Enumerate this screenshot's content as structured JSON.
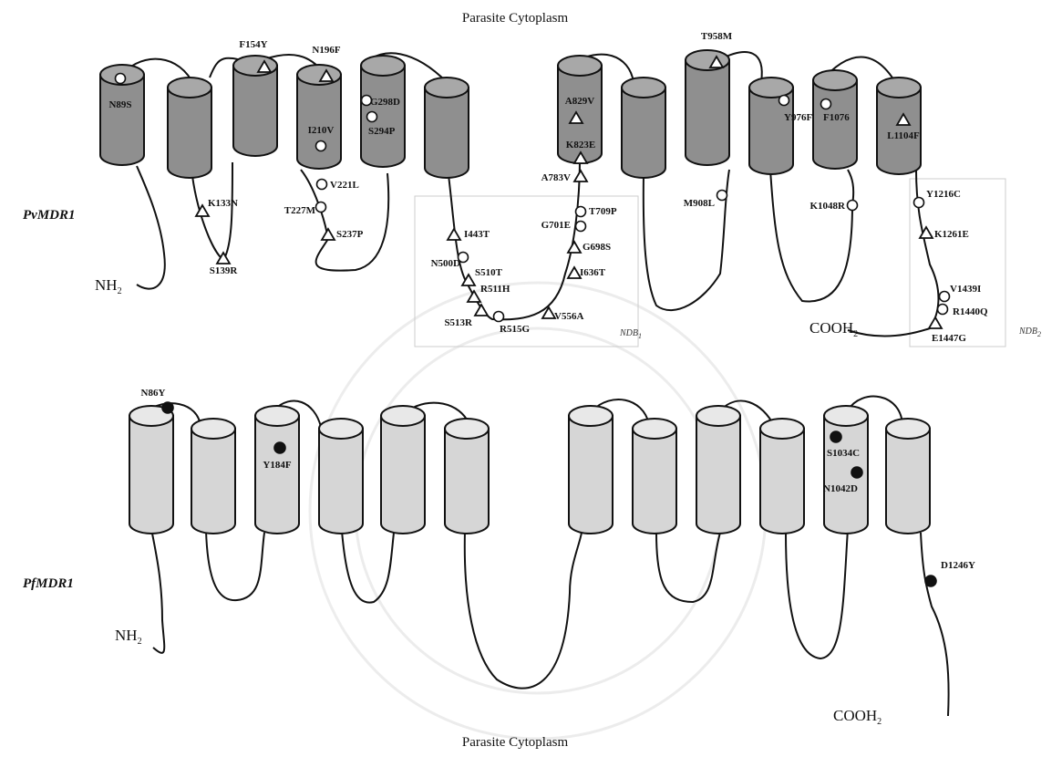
{
  "top_label": "Parasite Cytoplasm",
  "bottom_label": "Parasite Cytoplasm",
  "colors": {
    "pv_fill": "#8f8f8f",
    "pv_top": "#a8a8a8",
    "pf_fill": "#d6d6d6",
    "pf_top": "#e8e8e8",
    "stroke": "#111111",
    "mutation_dot": "#111111",
    "box": "#c8c8c8"
  },
  "pv": {
    "name": "PvMDR1",
    "nterm": "NH",
    "nterm_sub": "2",
    "cterm": "COOH",
    "cterm_sub": "2",
    "ndb1": "NDB",
    "ndb1_sub": "1",
    "ndb2": "NDB",
    "ndb2_sub": "2",
    "mutations": [
      {
        "label": "N89S",
        "marker": "circle"
      },
      {
        "label": "F154Y",
        "marker": "triangle"
      },
      {
        "label": "N196F",
        "marker": "triangle"
      },
      {
        "label": "G298D",
        "marker": "circle"
      },
      {
        "label": "S294P",
        "marker": "circle"
      },
      {
        "label": "I210V",
        "marker": "circle"
      },
      {
        "label": "V221L",
        "marker": "circle"
      },
      {
        "label": "T227M",
        "marker": "circle"
      },
      {
        "label": "S237P",
        "marker": "triangle"
      },
      {
        "label": "K133N",
        "marker": "triangle"
      },
      {
        "label": "S139R",
        "marker": "triangle"
      },
      {
        "label": "I443T",
        "marker": "triangle"
      },
      {
        "label": "N500D",
        "marker": "circle"
      },
      {
        "label": "S510T",
        "marker": "triangle"
      },
      {
        "label": "R511H",
        "marker": "triangle"
      },
      {
        "label": "S513R",
        "marker": "triangle"
      },
      {
        "label": "R515G",
        "marker": "circle"
      },
      {
        "label": "V556A",
        "marker": "triangle"
      },
      {
        "label": "I636T",
        "marker": "triangle"
      },
      {
        "label": "G698S",
        "marker": "triangle"
      },
      {
        "label": "G701E",
        "marker": "circle"
      },
      {
        "label": "T709P",
        "marker": "circle"
      },
      {
        "label": "A783V",
        "marker": "triangle"
      },
      {
        "label": "K823E",
        "marker": "triangle"
      },
      {
        "label": "A829V",
        "marker": "triangle"
      },
      {
        "label": "T958M",
        "marker": "triangle"
      },
      {
        "label": "Y976F",
        "marker": "circle"
      },
      {
        "label": "F1076",
        "marker": "circle"
      },
      {
        "label": "L1104F",
        "marker": "triangle"
      },
      {
        "label": "M908L",
        "marker": "circle"
      },
      {
        "label": "K1048R",
        "marker": "circle"
      },
      {
        "label": "Y1216C",
        "marker": "circle"
      },
      {
        "label": "K1261E",
        "marker": "triangle"
      },
      {
        "label": "V1439I",
        "marker": "circle"
      },
      {
        "label": "R1440Q",
        "marker": "circle"
      },
      {
        "label": "E1447G",
        "marker": "triangle"
      }
    ]
  },
  "pf": {
    "name": "PfMDR1",
    "nterm": "NH",
    "nterm_sub": "2",
    "cterm": "COOH",
    "cterm_sub": "2",
    "mutations": [
      {
        "label": "N86Y",
        "marker": "dot"
      },
      {
        "label": "Y184F",
        "marker": "dot"
      },
      {
        "label": "S1034C",
        "marker": "dot"
      },
      {
        "label": "N1042D",
        "marker": "dot"
      },
      {
        "label": "D1246Y",
        "marker": "dot"
      }
    ]
  }
}
